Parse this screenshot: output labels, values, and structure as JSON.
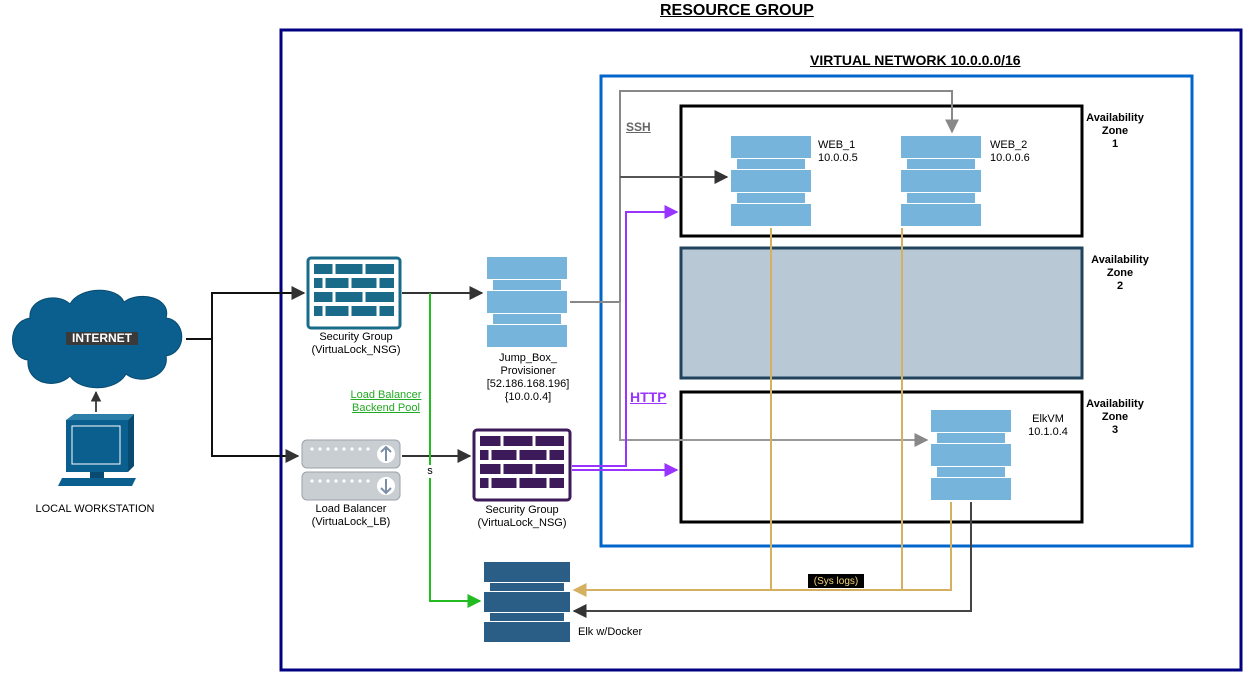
{
  "titles": {
    "resource_group": "RESOURCE GROUP",
    "virtual_network": "VIRTUAL NETWORK 10.0.0.0/16"
  },
  "internet": {
    "label": "INTERNET"
  },
  "workstation": {
    "label": "LOCAL WORKSTATION"
  },
  "security_group_top": {
    "line1": "Security Group",
    "line2": "(VirtuaLock_NSG)"
  },
  "load_balancer": {
    "line1": "Load Balancer",
    "line2": "(VirtuaLock_LB)"
  },
  "lb_backend_pool": {
    "line1": "Load Balancer",
    "line2": "Backend Pool"
  },
  "lb_edge_label": "s",
  "jump_box": {
    "line1": "Jump_Box_",
    "line2": "Provisioner",
    "line3": "[52.186.168.196]",
    "line4": "{10.0.0.4]"
  },
  "security_group_bottom": {
    "line1": "Security Group",
    "line2": "(VirtuaLock_NSG)"
  },
  "ssh_label": "SSH",
  "http_label": "HTTP",
  "web1": {
    "name": "WEB_1",
    "ip": "10.0.0.5"
  },
  "web2": {
    "name": "WEB_2",
    "ip": "10.0.0.6"
  },
  "elkvm": {
    "name": "ElkVM",
    "ip": "10.1.0.4"
  },
  "zones": [
    {
      "line1": "Availability",
      "line2": "Zone",
      "line3": "1"
    },
    {
      "line1": "Availability",
      "line2": "Zone",
      "line3": "2"
    },
    {
      "line1": "Availability",
      "line2": "Zone",
      "line3": "3"
    }
  ],
  "syslogs_label": "(Sys logs)",
  "elk_docker": {
    "label": "Elk w/Docker"
  },
  "colors": {
    "resource_group_border": "#000080",
    "vnet_border": "#0066CC",
    "cloud": "#0B5F8E",
    "server_light": "#76B4DC",
    "server_dark": "#2B5E86",
    "firewall_teal": "#1A6B8A",
    "firewall_purple": "#3D1A5A",
    "zone2_fill": "#B8C8D4",
    "zone2_border": "#22435E",
    "ssh_line": "#888888",
    "http_line": "#9933FF",
    "lb_line": "#22BB22",
    "syslog_line": "#D4B060",
    "arrow_dark": "#333333"
  }
}
